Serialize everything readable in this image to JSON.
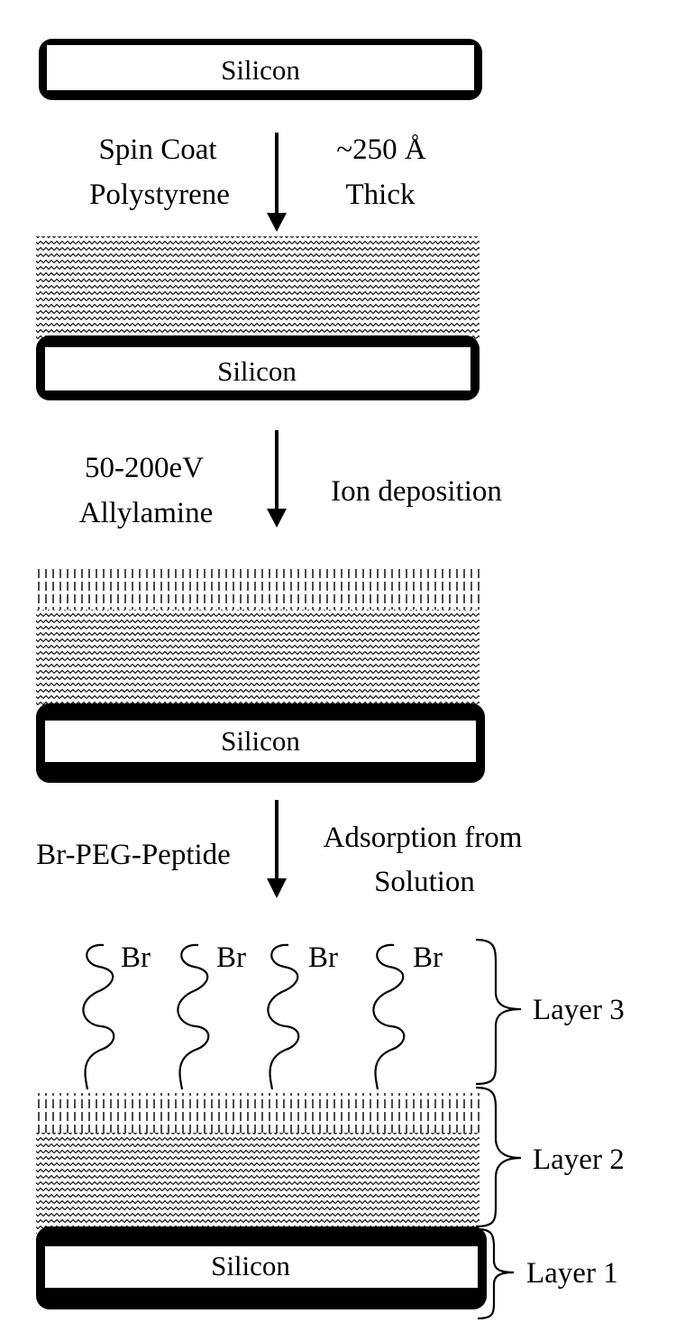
{
  "colors": {
    "ink": "#000000",
    "background": "#ffffff"
  },
  "wafers": [
    {
      "label": "Silicon"
    },
    {
      "label": "Silicon"
    },
    {
      "label": "Silicon"
    },
    {
      "label": "Silicon"
    }
  ],
  "steps": [
    {
      "left_lines": [
        "Spin Coat",
        "Polystyrene"
      ],
      "right_lines": [
        "~250 Å",
        "Thick"
      ]
    },
    {
      "left_lines": [
        "50-200eV",
        "Allylamine"
      ],
      "right_lines": [
        "Ion deposition"
      ]
    },
    {
      "left_lines": [
        "Br-PEG-Peptide"
      ],
      "right_lines": [
        "Adsorption from",
        "Solution"
      ]
    }
  ],
  "chains": [
    {
      "end_label": "Br"
    },
    {
      "end_label": "Br"
    },
    {
      "end_label": "Br"
    },
    {
      "end_label": "Br"
    }
  ],
  "layers": [
    {
      "label": "Layer 3"
    },
    {
      "label": "Layer 2"
    },
    {
      "label": "Layer 1"
    }
  ]
}
